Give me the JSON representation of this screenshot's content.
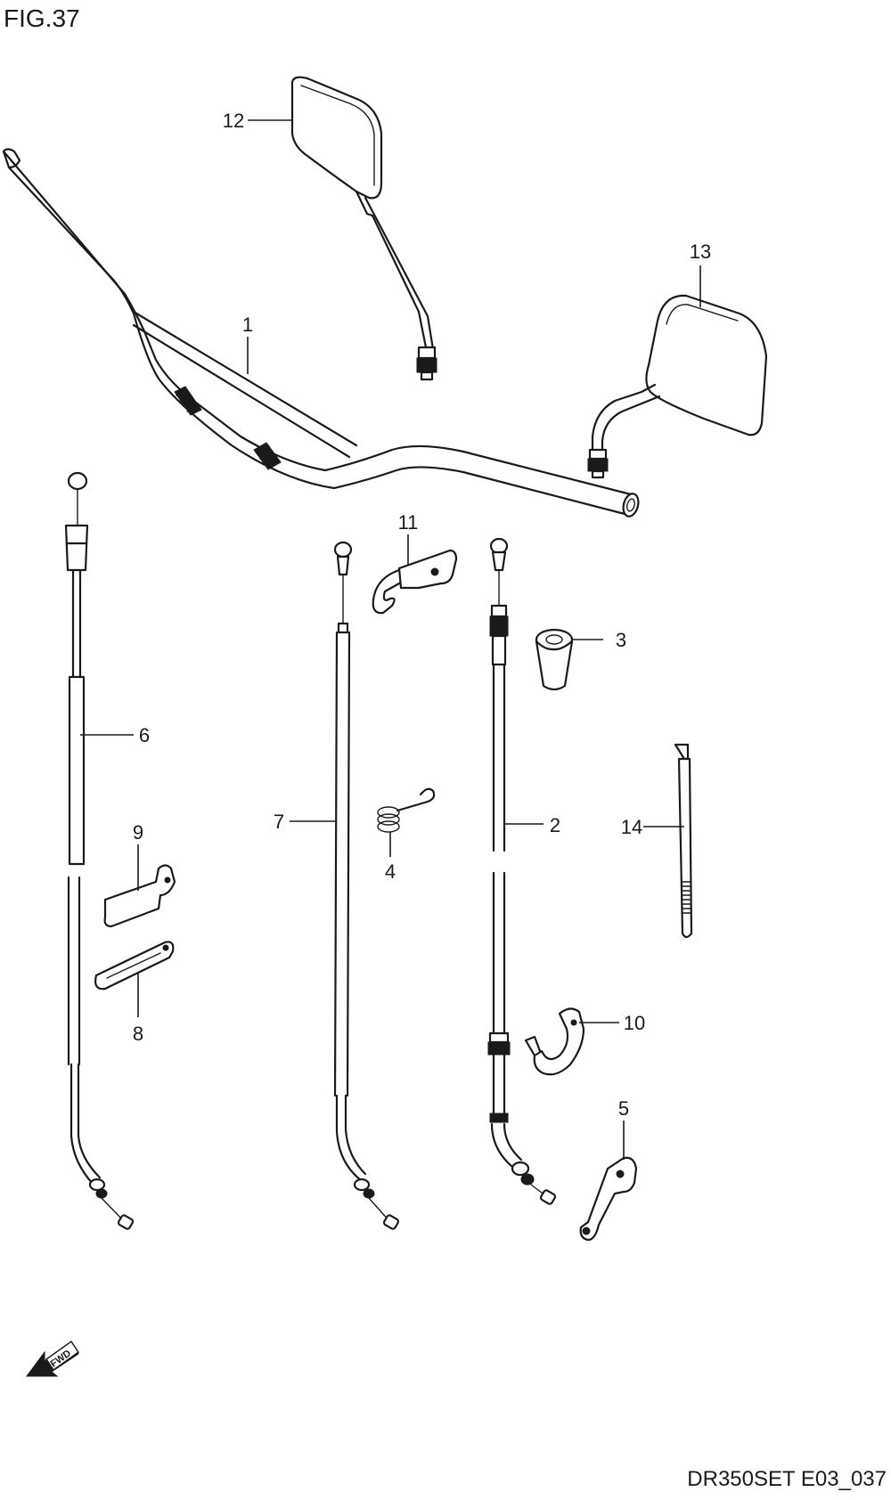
{
  "figure": {
    "title": "FIG.37",
    "code": "DR350SET E03_037",
    "fwd_label": "FWD"
  },
  "callouts": [
    {
      "id": "handlebar",
      "label": "1"
    },
    {
      "id": "clutch-cable",
      "label": "2"
    },
    {
      "id": "cable-boot",
      "label": "3"
    },
    {
      "id": "spring",
      "label": "4"
    },
    {
      "id": "lever-bracket",
      "label": "5"
    },
    {
      "id": "throttle-cable-6",
      "label": "6"
    },
    {
      "id": "throttle-cable-7",
      "label": "7"
    },
    {
      "id": "clamp-8",
      "label": "8"
    },
    {
      "id": "clamp-9",
      "label": "9"
    },
    {
      "id": "clamp-10",
      "label": "10"
    },
    {
      "id": "bracket-11",
      "label": "11"
    },
    {
      "id": "mirror-left",
      "label": "12"
    },
    {
      "id": "mirror-right",
      "label": "13"
    },
    {
      "id": "cable-tie",
      "label": "14"
    }
  ]
}
